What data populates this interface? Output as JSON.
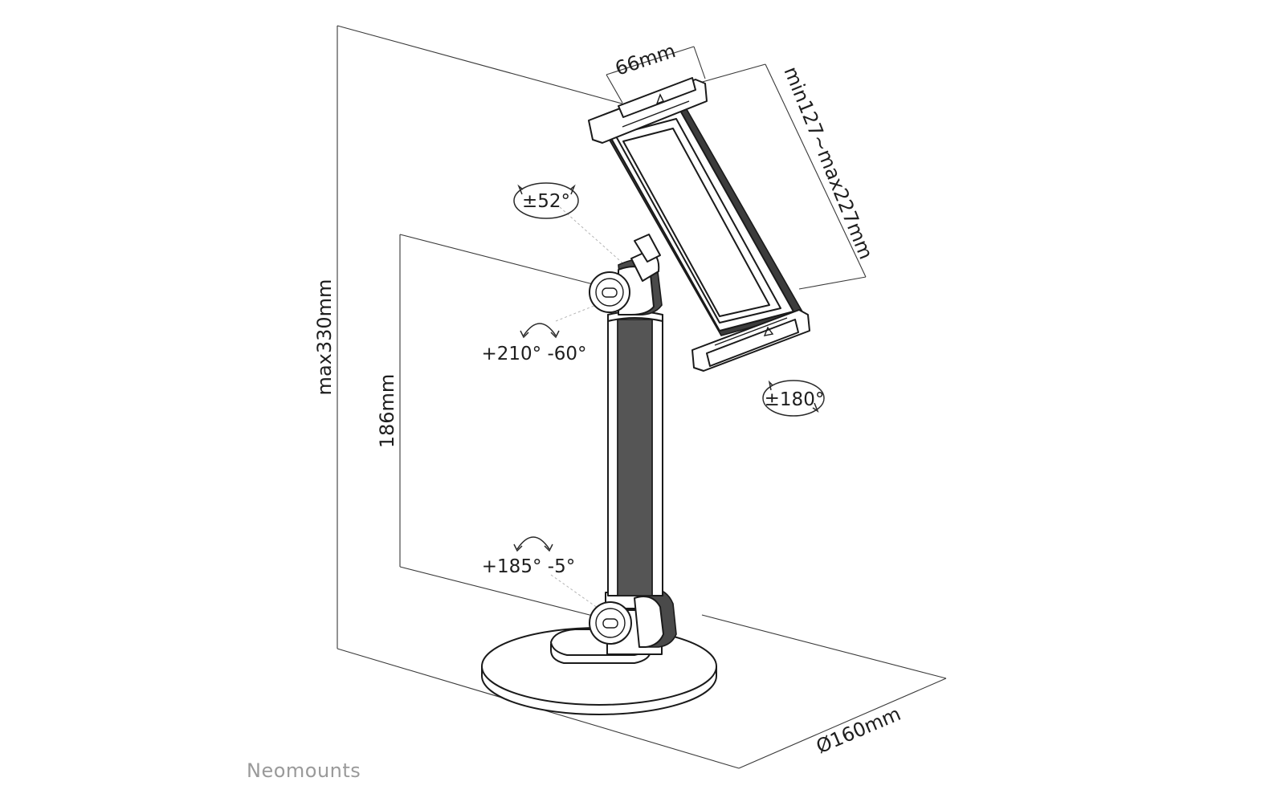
{
  "dimensions": {
    "width_clamp": "66mm",
    "clamp_range": "min127~max227mm",
    "max_height": "max330mm",
    "arm_height": "186mm",
    "base_diameter": "Ø160mm"
  },
  "rotations": {
    "head_tilt": "±52°",
    "elbow": "+210° -60°",
    "base_joint": "+185° -5°",
    "rotation": "±180°"
  },
  "brand": {
    "name": "Neomounts"
  }
}
